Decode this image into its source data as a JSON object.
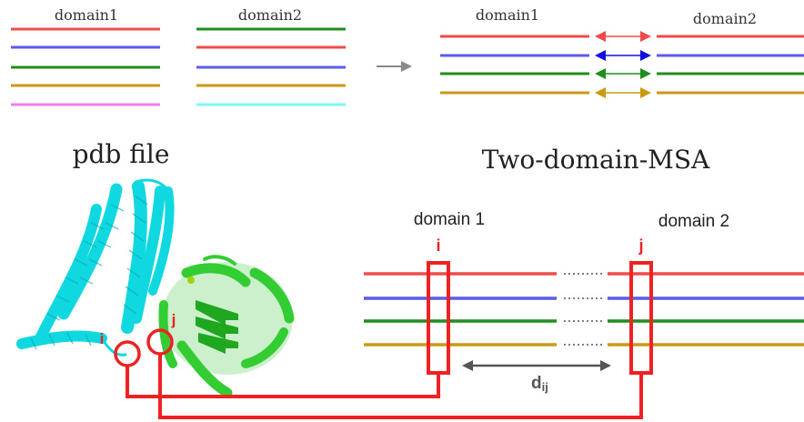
{
  "top_left": {
    "domain1_label": "domain1",
    "domain2_label": "domain2",
    "domain1_colors": [
      "#ef4b4b",
      "#5b5bea",
      "#1e8e1e",
      "#c99a12",
      "#f07ef0"
    ],
    "domain2_colors": [
      "#1e8e1e",
      "#ef4b4b",
      "#5b5bea",
      "#c99a12",
      "#7ef7f0"
    ]
  },
  "top_right": {
    "domain1_label": "domain1",
    "domain2_label": "domain2",
    "pair_colors": [
      "#ef4b4b",
      "#1111dd",
      "#1e8e1e",
      "#c99a12"
    ],
    "line_colors": [
      "#ef4b4b",
      "#5b5bea",
      "#1e8e1e",
      "#c99a12"
    ]
  },
  "pdb_label": "pdb file",
  "msa_label": "Two-domain-MSA",
  "bottom": {
    "domain1_label": "domain 1",
    "domain2_label": "domain 2",
    "i_label": "i",
    "j_label": "j",
    "distance_label_main": "d",
    "distance_label_sub": "ij",
    "msa_colors": [
      "#ef4b4b",
      "#5b5bea",
      "#1e8e1e",
      "#c99a12"
    ],
    "highlight_color": "#ee2222"
  },
  "protein": {
    "helix_color": "#10d8e0",
    "sheet_color": "#33cc33",
    "residue_i_label": "i",
    "residue_j_label": "j"
  },
  "colors": {
    "arrow_gray": "#888888",
    "distance_gray": "#555555"
  }
}
